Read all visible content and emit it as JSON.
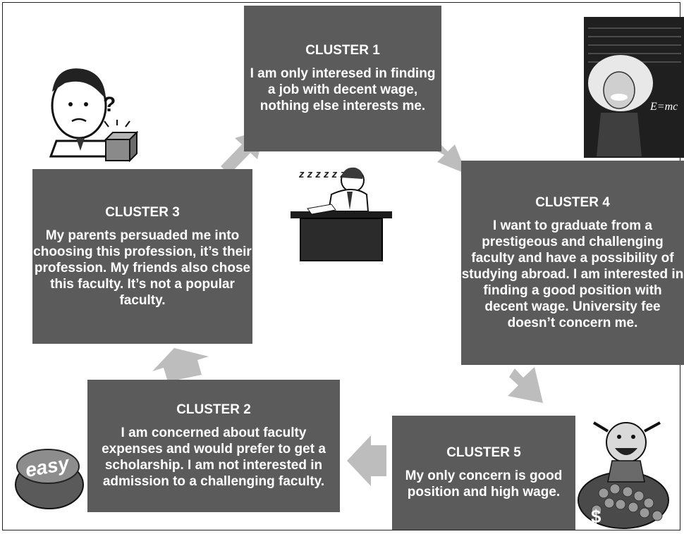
{
  "clusters": {
    "c1": {
      "title": "CLUSTER 1",
      "text": "I am only interesed in finding a job with decent wage, nothing else interests me."
    },
    "c2": {
      "title": "CLUSTER 2",
      "text": "I am concerned about faculty expenses and would prefer to get a scholarship. I am not interested in admission to a challenging faculty."
    },
    "c3": {
      "title": "CLUSTER 3",
      "text": "My parents persuaded me into choosing this profession, it’s their profession. My friends also chose this faculty. It’s not a popular faculty."
    },
    "c4": {
      "title": "CLUSTER 4",
      "text": "I want to graduate from a prestigeous  and challenging faculty and have a possibility of studying abroad. I am interested in finding a good position with decent wage. University fee doesn’t concern me."
    },
    "c5": {
      "title": "CLUSTER 5",
      "text": "My only concern is good position and high wage."
    }
  },
  "illustrations": {
    "easy_button_text": "easy",
    "einstein_formula": "E=mc",
    "sleep_text": "z z z z z z",
    "question_mark": "?",
    "money_symbol": "$"
  },
  "colors": {
    "box": "#5b5b5b",
    "arrow": "#bdbdbd"
  }
}
